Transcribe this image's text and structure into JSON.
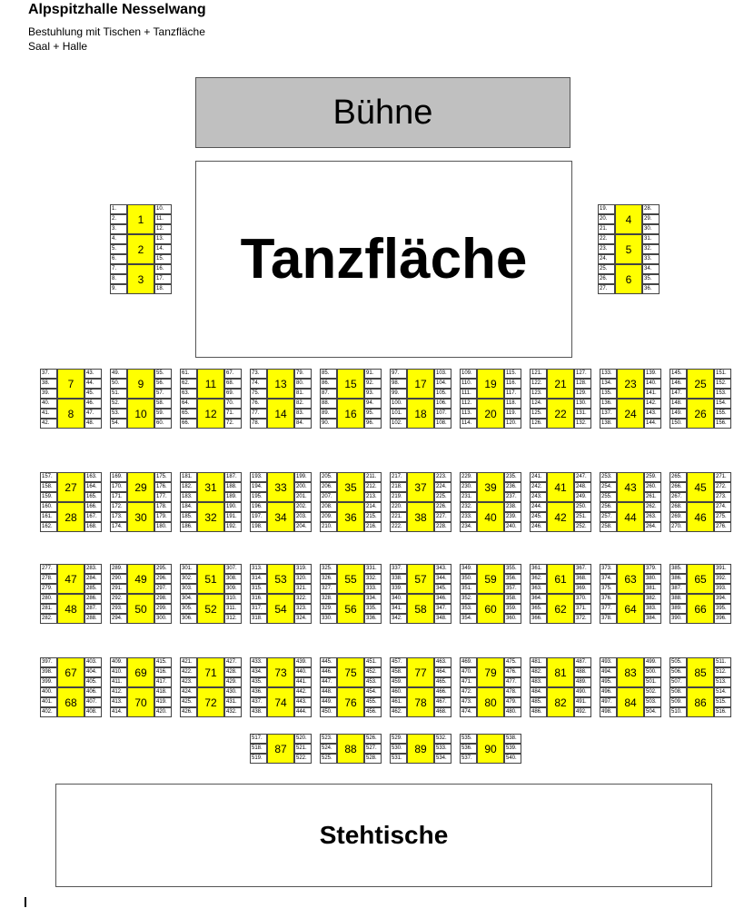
{
  "header": {
    "title": "Alpspitzhalle Nesselwang",
    "subtitle": "Bestuhlung mit Tischen + Tanzfläche",
    "subtitle2": "Saal + Halle"
  },
  "areas": {
    "stage": "Bühne",
    "dancefloor": "Tanzfläche",
    "standing": "Stehtische"
  },
  "colors": {
    "table_fill": "#ffff00",
    "stage_fill": "#c0c0c0"
  }
}
